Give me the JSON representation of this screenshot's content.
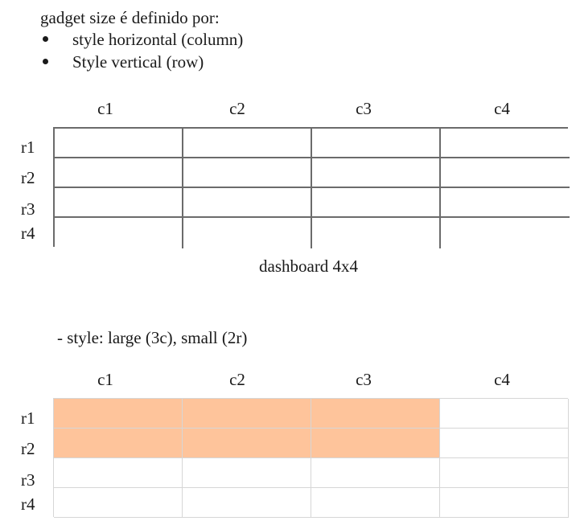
{
  "intro": {
    "heading": "gadget size é definido por:",
    "bullets": [
      "style horizontal (column)",
      "Style vertical (row)"
    ]
  },
  "dashboard": {
    "column_labels": [
      "c1",
      "c2",
      "c3",
      "c4"
    ],
    "row_labels": [
      "r1",
      "r2",
      "r3",
      "r4"
    ],
    "caption": "dashboard 4x4"
  },
  "example": {
    "style_text": "- style: large (3c), small (2r)",
    "column_labels": [
      "c1",
      "c2",
      "c3",
      "c4"
    ],
    "row_labels": [
      "r1",
      "r2",
      "r3",
      "r4"
    ],
    "highlight_color": "#fec49b",
    "highlight": {
      "columns": 3,
      "rows": 2
    }
  }
}
